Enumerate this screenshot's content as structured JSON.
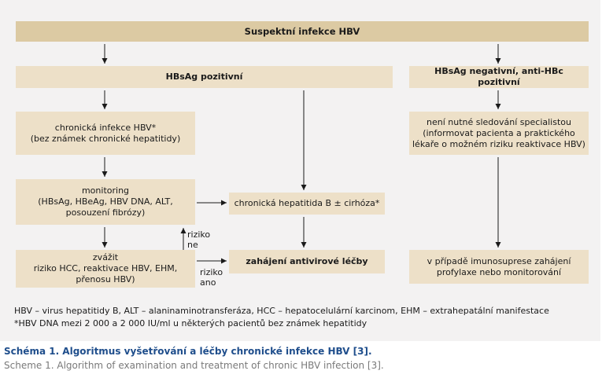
{
  "diagram": {
    "top": "Suspektní infekce HBV",
    "hbsag_pos": "HBsAg pozitivní",
    "hbsag_neg": "HBsAg negativní, anti-HBc pozitivní",
    "chronic_inf": "chronická infekce HBV*\n(bez známek chronické hepatitidy)",
    "monitoring": "monitoring\n(HBsAg, HBeAg, HBV DNA, ALT,\nposouzení fibrózy)",
    "consider": "zvážit\nriziko HCC, reaktivace HBV, EHM,\npřenosu HBV)",
    "chronic_hep": "chronická hepatitida B ± cirhóza*",
    "start_tx": "zahájení antivirové léčby",
    "no_specialist": "není nutné sledování specialistou\n(informovat pacienta a praktického\nlékaře o možném riziku reaktivace HBV)",
    "immuno": "v případě imunosuprese zahájení\nprofylaxe nebo monitorování",
    "risk_no": "riziko\nne",
    "risk_yes": "riziko\nano"
  },
  "footnotes": {
    "abbrev": "HBV – virus hepatitidy B, ALT – alaninaminotransferáza, HCC – hepatocelulární karcinom, EHM – extrahepatální manifestace",
    "note": "*HBV DNA mezi 2 000 a 2 000 IU/ml u některých pacientů bez známek hepatitidy"
  },
  "caption": {
    "cz": "Schéma 1. Algoritmus vyšetřování a léčby chronické infekce HBV [3].",
    "en": "Scheme 1. Algorithm of examination and treatment of chronic HBV infection [3]."
  },
  "colors": {
    "header_fill": "#dccaa3",
    "box_fill": "#ede0c8",
    "panel_bg": "#f3f2f2",
    "caption_blue": "#1f4e8c"
  }
}
